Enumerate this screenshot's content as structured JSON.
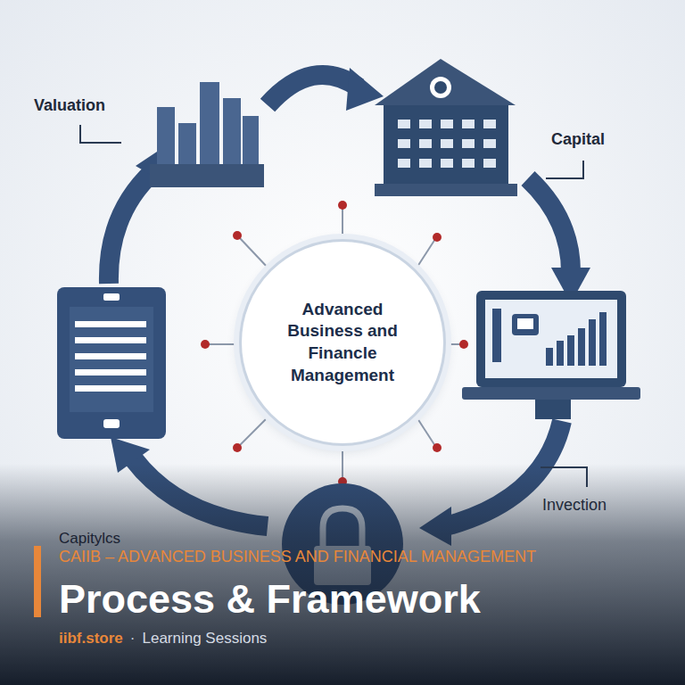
{
  "diagram": {
    "title": "Process & Framework",
    "nodes": [
      {
        "text": [
          "Advanced Business and Financle Management"
        ]
      }
    ],
    "labels": [
      "Valuation",
      "Capital",
      "Invection",
      "Capitylcs",
      "CAIIB – ADVANCED BUSINESS AND FINANCIAL MANAGEMENT",
      "iibf.store",
      "·",
      "Learning Sessions"
    ]
  }
}
